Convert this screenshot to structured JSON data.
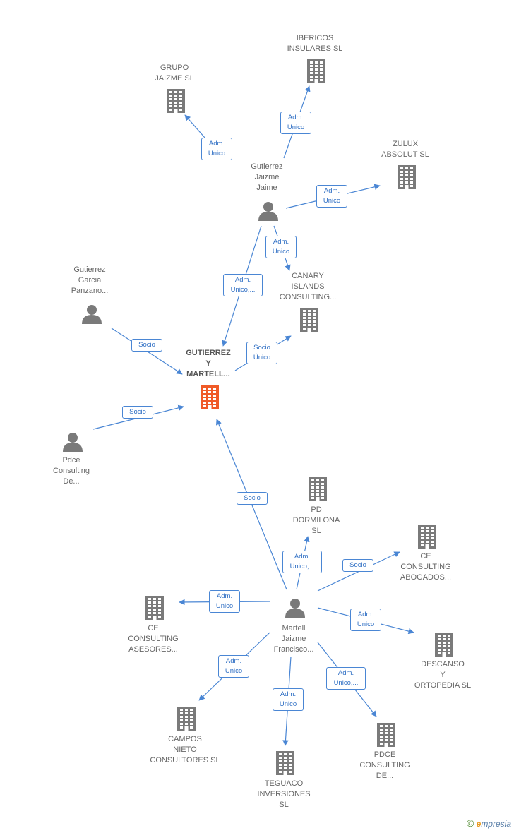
{
  "colors": {
    "edge": "#4a86d4",
    "company": "#7a7a7a",
    "main_company": "#f05a28",
    "person": "#7a7a7a"
  },
  "nodes": [
    {
      "id": "main",
      "type": "company",
      "main": true,
      "label": "GUTIERREZ\nY\nMARTELL..."
    },
    {
      "id": "grupo",
      "type": "company",
      "label": "GRUPO\nJAIZME  SL"
    },
    {
      "id": "ibericos",
      "type": "company",
      "label": "IBERICOS\nINSULARES  SL"
    },
    {
      "id": "zulux",
      "type": "company",
      "label": "ZULUX\nABSOLUT  SL"
    },
    {
      "id": "gjj",
      "type": "person",
      "label": "Gutierrez\nJaizme\nJaime"
    },
    {
      "id": "canary",
      "type": "company",
      "label": "CANARY\nISLANDS\nCONSULTING..."
    },
    {
      "id": "ggp",
      "type": "person",
      "label": "Gutierrez\nGarcia\nPanzano..."
    },
    {
      "id": "pdce_p",
      "type": "person",
      "label": "Pdce\nConsulting\nDe..."
    },
    {
      "id": "pd",
      "type": "company",
      "label": "PD\nDORMILONA\nSL"
    },
    {
      "id": "ce_abog",
      "type": "company",
      "label": "CE\nCONSULTING\nABOGADOS..."
    },
    {
      "id": "ce_ases",
      "type": "company",
      "label": "CE\nCONSULTING\nASESORES..."
    },
    {
      "id": "mjf",
      "type": "person",
      "label": "Martell\nJaizme\nFrancisco..."
    },
    {
      "id": "descanso",
      "type": "company",
      "label": "DESCANSO\nY\nORTOPEDIA SL"
    },
    {
      "id": "campos",
      "type": "company",
      "label": "CAMPOS\nNIETO\nCONSULTORES SL"
    },
    {
      "id": "teguaco",
      "type": "company",
      "label": "TEGUACO\nINVERSIONES\nSL"
    },
    {
      "id": "pdce_c",
      "type": "company",
      "label": "PDCE\nCONSULTING\nDE..."
    }
  ],
  "edges": [
    {
      "from": "gjj",
      "to": "grupo",
      "label": "Adm.\nUnico"
    },
    {
      "from": "gjj",
      "to": "ibericos",
      "label": "Adm.\nUnico"
    },
    {
      "from": "gjj",
      "to": "zulux",
      "label": "Adm.\nUnico"
    },
    {
      "from": "gjj",
      "to": "canary",
      "label": "Adm.\nUnico"
    },
    {
      "from": "gjj",
      "to": "main",
      "label": "Adm.\nUnico,..."
    },
    {
      "from": "ggp",
      "to": "main",
      "label": "Socio"
    },
    {
      "from": "main",
      "to": "canary",
      "label": "Socio\nÚnico"
    },
    {
      "from": "pdce_p",
      "to": "main",
      "label": "Socio"
    },
    {
      "from": "mjf",
      "to": "main",
      "label": "Socio"
    },
    {
      "from": "mjf",
      "to": "pd",
      "label": "Adm.\nUnico,..."
    },
    {
      "from": "mjf",
      "to": "ce_abog",
      "label": "Socio"
    },
    {
      "from": "mjf",
      "to": "ce_ases",
      "label": "Adm.\nUnico"
    },
    {
      "from": "mjf",
      "to": "descanso",
      "label": "Adm.\nUnico"
    },
    {
      "from": "mjf",
      "to": "campos",
      "label": "Adm.\nUnico"
    },
    {
      "from": "mjf",
      "to": "teguaco",
      "label": "Adm.\nUnico"
    },
    {
      "from": "mjf",
      "to": "pdce_c",
      "label": "Adm.\nUnico,..."
    }
  ],
  "footer": {
    "copyright": "©",
    "brand_first": "e",
    "brand_rest": "mpresia"
  }
}
